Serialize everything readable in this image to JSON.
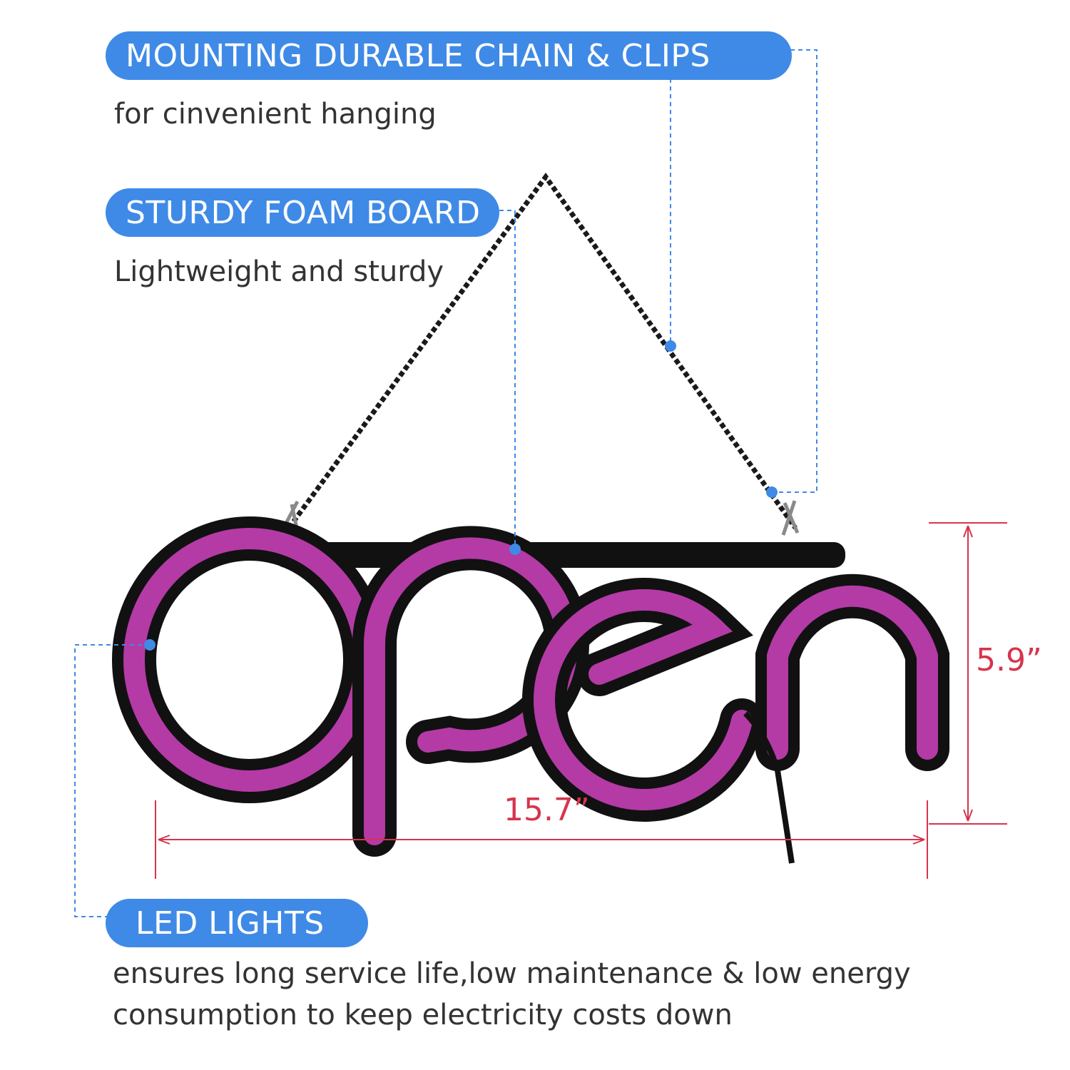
{
  "features": [
    {
      "title": "MOUNTING DURABLE CHAIN & CLIPS",
      "description": "for cinvenient hanging"
    },
    {
      "title": "STURDY FOAM BOARD",
      "description": "Lightweight and sturdy"
    },
    {
      "title": "LED LIGHTS",
      "description": "ensures long service life,low maintenance & low energy",
      "description_line2": "consumption to keep electricity costs down"
    }
  ],
  "dimensions": {
    "width": "15.7”",
    "height": "5.9”"
  },
  "sign_text": "open",
  "colors": {
    "accent": "#3f8ae6",
    "neon": "#b43aa6",
    "dimension": "#d6344d",
    "frame": "#111111"
  }
}
